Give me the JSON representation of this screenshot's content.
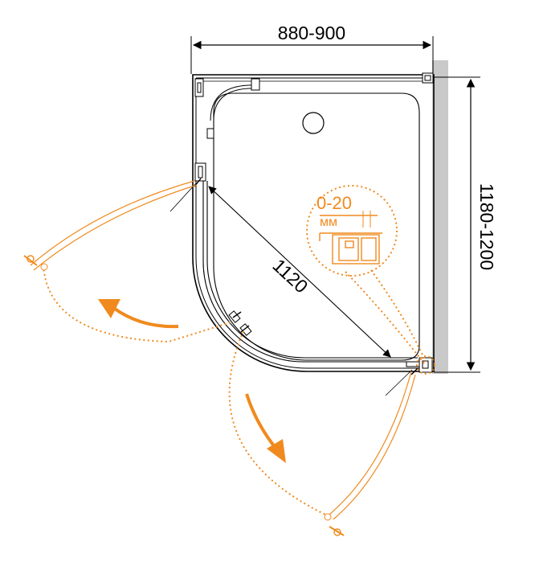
{
  "dimensions": {
    "width_label": "880-900",
    "depth_label": "1180-1200",
    "diagonal_label": "1120"
  },
  "detail": {
    "gap_label": "0-20",
    "unit_label": "мм"
  },
  "colors": {
    "line": "#000000",
    "accent": "#f08a1e",
    "wall": "#c9c9c9"
  }
}
